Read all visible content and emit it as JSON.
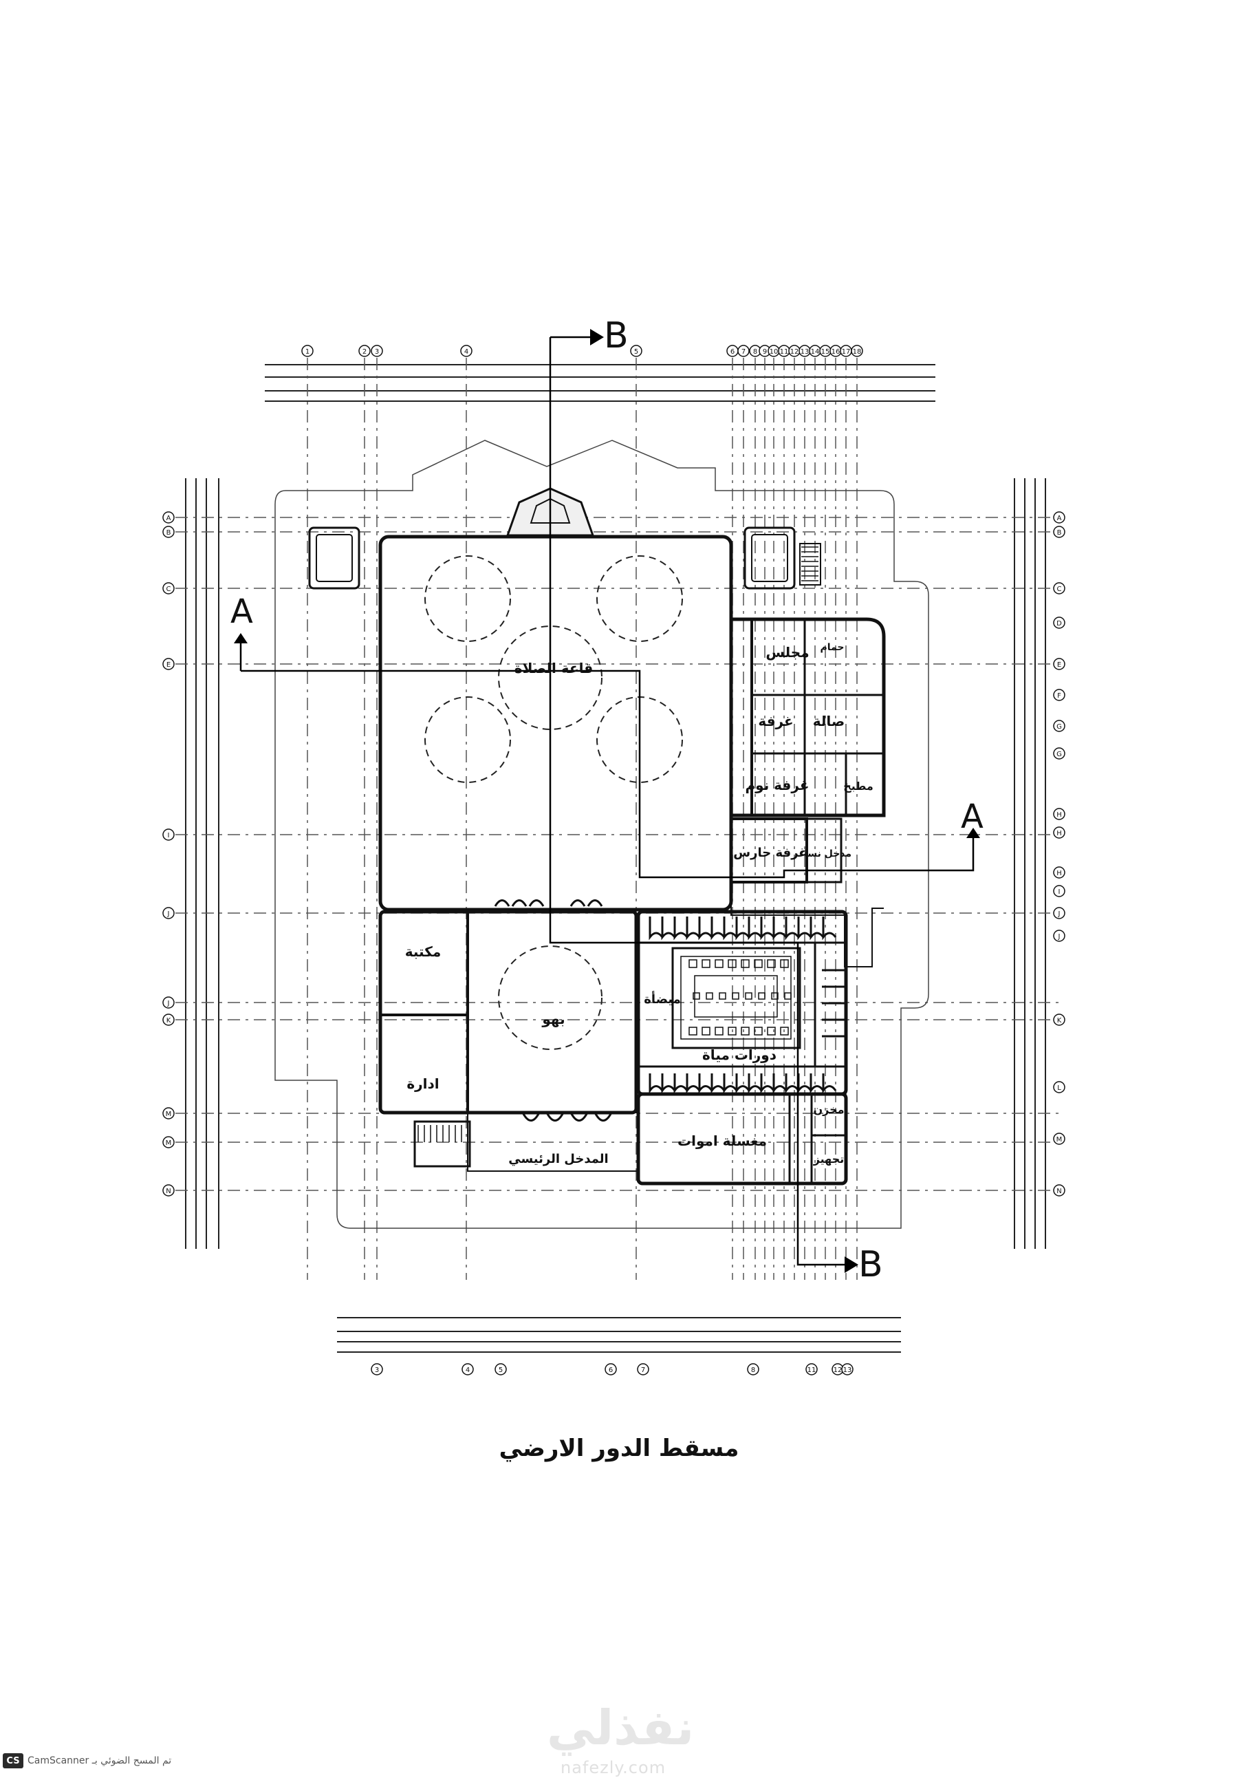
{
  "drawing_title": "مسقط الدور الارضي",
  "sections": {
    "a": "A",
    "b": "B"
  },
  "rooms": {
    "prayer_hall": "قاعة الصلاة",
    "majlis": "مجلس",
    "bath": "حمام",
    "room": "غرفة",
    "hall": "صالة",
    "bedroom": "غرفة نوم",
    "kitchen": "مطبخ",
    "guard_room": "غرفة حارس",
    "women_entrance": "مدخل نساء",
    "library": "مكتبة",
    "administration": "ادارة",
    "lobby": "بهو",
    "ablution": "ميضأة",
    "toilets": "دورات مياة",
    "storage": "مخزن",
    "corpse_washing": "مغسلة اموات",
    "preparation": "تجهيز",
    "main_entrance": "المدخل الرئيسي"
  },
  "grid": {
    "top": [
      "1",
      "2",
      "3",
      "4",
      "5",
      "6",
      "7",
      "8",
      "9",
      "10",
      "11",
      "12",
      "13",
      "14",
      "15",
      "16",
      "17",
      "18"
    ],
    "bottom": [
      "3",
      "4",
      "5",
      "6",
      "7",
      "8",
      "11",
      "12",
      "13"
    ],
    "left": [
      "A",
      "B",
      "C",
      "E",
      "I",
      "J",
      "J",
      "K",
      "M",
      "M",
      "N"
    ],
    "right": [
      "A",
      "B",
      "C",
      "D",
      "E",
      "F",
      "G",
      "G",
      "H",
      "H",
      "H",
      "I",
      "J",
      "J",
      "K",
      "L",
      "M",
      "N"
    ]
  },
  "watermark": {
    "arabic": "نفذلي",
    "latin": "nafezly.com"
  },
  "scanner": {
    "logo": "CS",
    "text": "تم المسح الضوئي بـ CamScanner"
  }
}
